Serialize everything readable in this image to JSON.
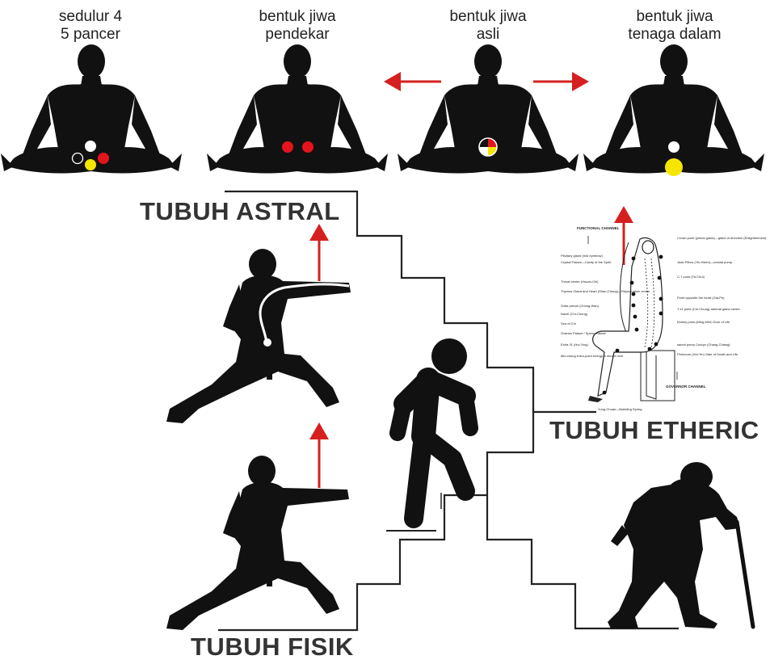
{
  "top_labels": [
    {
      "line1": "sedulur 4",
      "line2": "5 pancer"
    },
    {
      "line1": "bentuk jiwa",
      "line2": "pendekar"
    },
    {
      "line1": "bentuk jiwa",
      "line2": "asli"
    },
    {
      "line1": "bentuk jiwa",
      "line2": "tenaga dalam"
    }
  ],
  "stages": {
    "astral": "TUBUH ASTRAL",
    "etheric": "TUBUH ETHERIC",
    "fisik": "TUBUH FISIK"
  },
  "etheric_chart": {
    "functional": "FUNCTIONAL CHANNEL",
    "governor": "GOVERNOR CHANNEL",
    "left_labels": [
      "Pituitary gland (mid eyebrow)",
      "Crystal Palace—Cavity of the Spirit",
      "Throat center (Hsuan-Chi)",
      "Thymus Gland and Heart (Shan-Chung)—Rejuvenation center",
      "Solar plexus (Chung-Wan)",
      "Navel (Chi-Chung)",
      "Sea of Chi",
      "Ovarian Palace / Sperm Palace",
      "Extra 31 (Hui-Ying)",
      "Mid-chung extra-point energy is stored here"
    ],
    "right_labels": [
      "Crown point (pineal gland)—gland of direction (Enlightenment)",
      "Jade Pillow (Yin-Hsien)—cranial pump",
      "C-7 point (Ta-Chui)",
      "Point opposite the heart (Gia-Pe)",
      "T-11 point (Chi-Chung) adrenal gland center",
      "Kidney point (Ming-Men) Door of Life",
      "sacral pump Coccyx (Chang-Chiang)",
      "Perineum (Hui-Yin) Gate of Death and Life"
    ],
    "bottom_label": "Yung-Chuan—Bubbling Spring"
  },
  "colors": {
    "figure": "#111111",
    "arrow": "#d62020",
    "dot_red": "#e3141b",
    "dot_yellow": "#f5e600",
    "dot_white": "#ffffff",
    "stair_line": "#222222"
  }
}
